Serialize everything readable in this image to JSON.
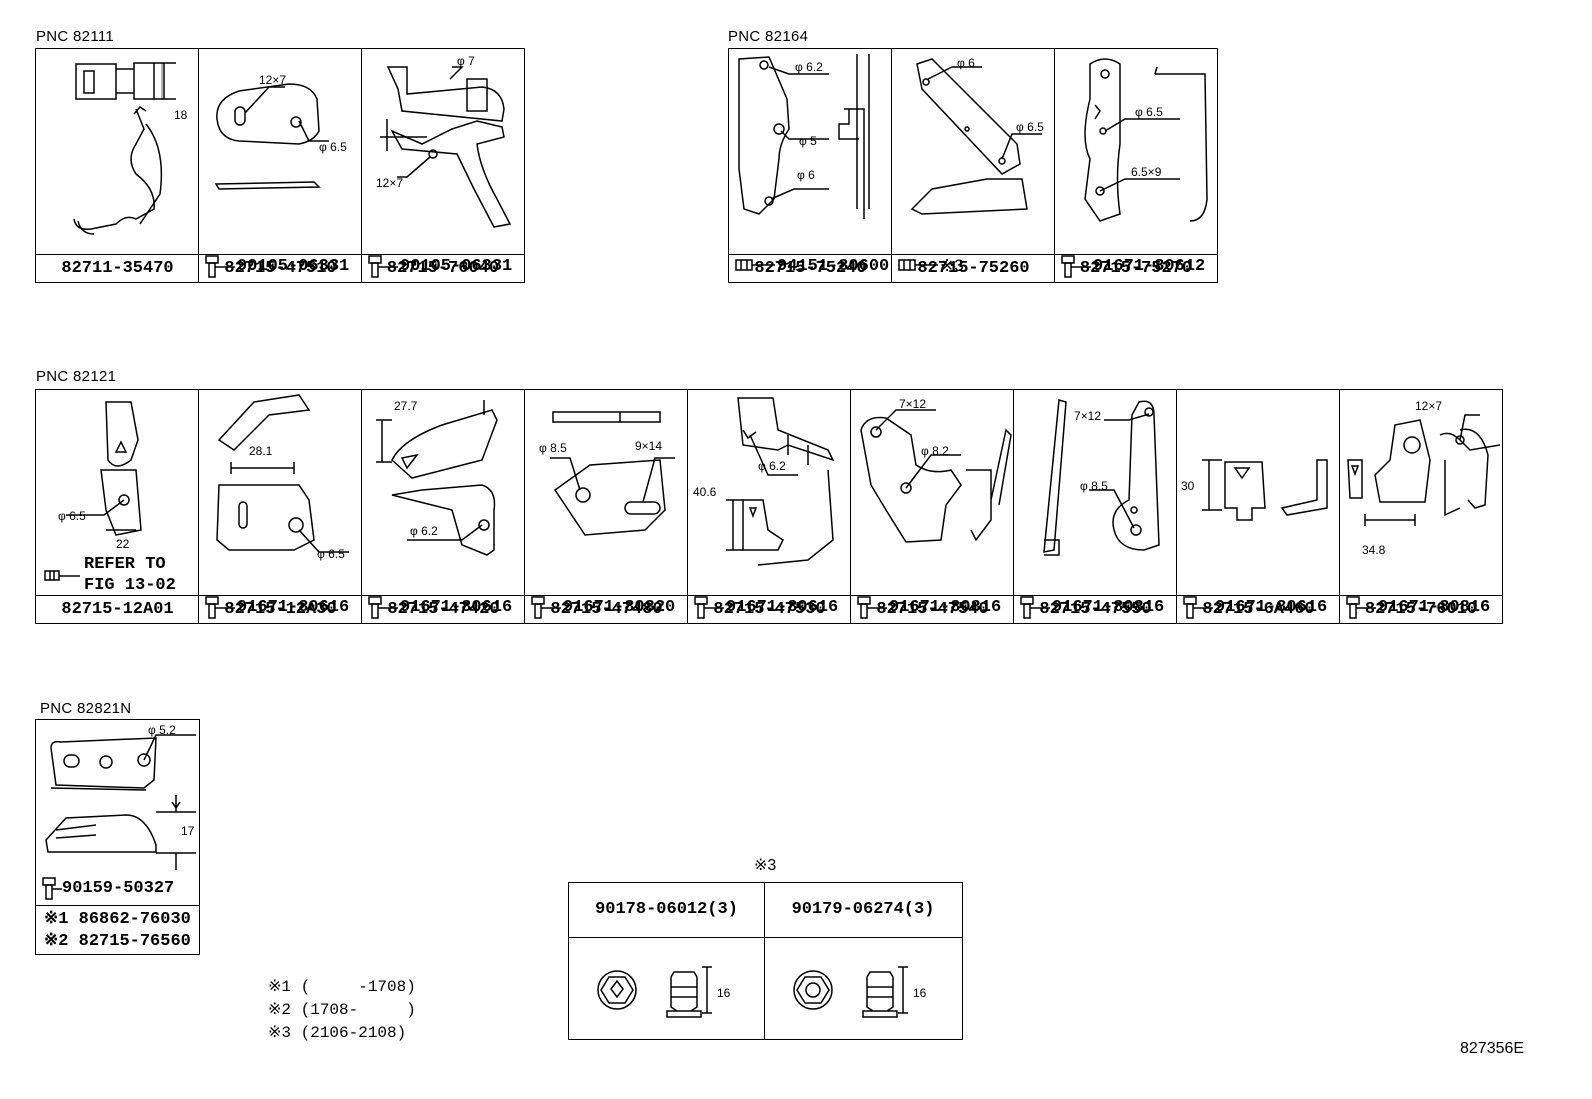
{
  "groups": [
    {
      "pnc": "PNC 82111",
      "cells": [
        {
          "hardware": "",
          "part": "82711-35470",
          "dims": [
            "18"
          ]
        },
        {
          "hardware": "90105-06331",
          "part": "82715-47510",
          "dims": [
            "12×7",
            "φ 6.5"
          ]
        },
        {
          "hardware": "90105-06331",
          "part": "82715-76040",
          "dims": [
            "φ 7",
            "12×7"
          ]
        }
      ]
    },
    {
      "pnc": "PNC 82164",
      "cells": [
        {
          "hardware": "94151-80600",
          "part": "82715-75240",
          "dims": [
            "φ 6.2",
            "φ 5",
            "φ 6"
          ]
        },
        {
          "hardware": "※3",
          "part": "82715-75260",
          "dims": [
            "φ 6",
            "φ 6.5"
          ]
        },
        {
          "hardware": "91671-80612",
          "part": "82715-75270",
          "dims": [
            "φ 6.5",
            "6.5×9"
          ]
        }
      ]
    },
    {
      "pnc": "PNC 82121",
      "cells": [
        {
          "hardware": "",
          "part": "82715-12A01",
          "dims": [
            "φ 6.5",
            "22"
          ],
          "refer": [
            "REFER TO",
            "FIG 13-02"
          ]
        },
        {
          "hardware": "91671-80616",
          "part": "82715-12A30",
          "dims": [
            "28.1",
            "φ 6.5"
          ]
        },
        {
          "hardware": "91671-80616",
          "part": "82715-47420",
          "dims": [
            "27.7",
            "φ 6.2"
          ]
        },
        {
          "hardware": "91671-80820",
          "part": "82715-47480",
          "dims": [
            "φ 8.5",
            "9×14"
          ]
        },
        {
          "hardware": "91671-80616",
          "part": "82715-47530",
          "dims": [
            "φ 6.2",
            "40.6"
          ]
        },
        {
          "hardware": "91671-80816",
          "part": "82715-47540",
          "dims": [
            "7×12",
            "φ 8.2"
          ]
        },
        {
          "hardware": "91671-80816",
          "part": "82715-47550",
          "dims": [
            "7×12",
            "φ 8.5"
          ]
        },
        {
          "hardware": "91671-80616",
          "part": "82715-6A460",
          "dims": [
            "30"
          ]
        },
        {
          "hardware": "91671-80816",
          "part": "82715-76010",
          "dims": [
            "12×7",
            "34.8"
          ]
        }
      ]
    },
    {
      "pnc": "PNC 82821N",
      "cells": [
        {
          "hardware": "90159-50327",
          "part": "",
          "dims": [
            "φ 5.2",
            "17"
          ],
          "variants": [
            "※1 86862-76030",
            "※2 82715-76560"
          ]
        }
      ]
    }
  ],
  "note3": {
    "title": "※3",
    "headers": [
      "90178-06012(3)",
      "90179-06274(3)"
    ],
    "dims": [
      "16",
      "16"
    ]
  },
  "legend": [
    "※1 (     -1708)",
    "※2 (1708-     )",
    "※3 (2106-2108)"
  ],
  "figure_id": "827356E"
}
